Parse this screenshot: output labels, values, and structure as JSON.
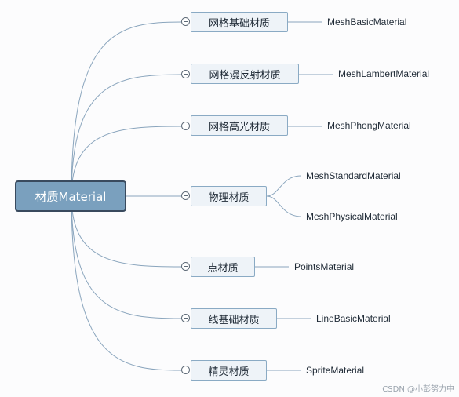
{
  "root": {
    "label": "材质Material"
  },
  "branches": [
    {
      "label": "网格基础材质",
      "children": [
        "MeshBasicMaterial"
      ]
    },
    {
      "label": "网格漫反射材质",
      "children": [
        "MeshLambertMaterial"
      ]
    },
    {
      "label": "网格高光材质",
      "children": [
        "MeshPhongMaterial"
      ]
    },
    {
      "label": "物理材质",
      "children": [
        "MeshStandardMaterial",
        "MeshPhysicalMaterial"
      ]
    },
    {
      "label": "点材质",
      "children": [
        "PointsMaterial"
      ]
    },
    {
      "label": "线基础材质",
      "children": [
        "LineBasicMaterial"
      ]
    },
    {
      "label": "精灵材质",
      "children": [
        "SpriteMaterial"
      ]
    }
  ],
  "watermark": "CSDN @小彭努力中",
  "colors": {
    "root_fill": "#7aa0be",
    "root_border": "#394a5e",
    "node_fill": "#eef3f8",
    "node_border": "#8aaac4",
    "connector": "#8aa5bd"
  },
  "icons": {
    "collapse_toggle": "minus-circle-icon"
  }
}
